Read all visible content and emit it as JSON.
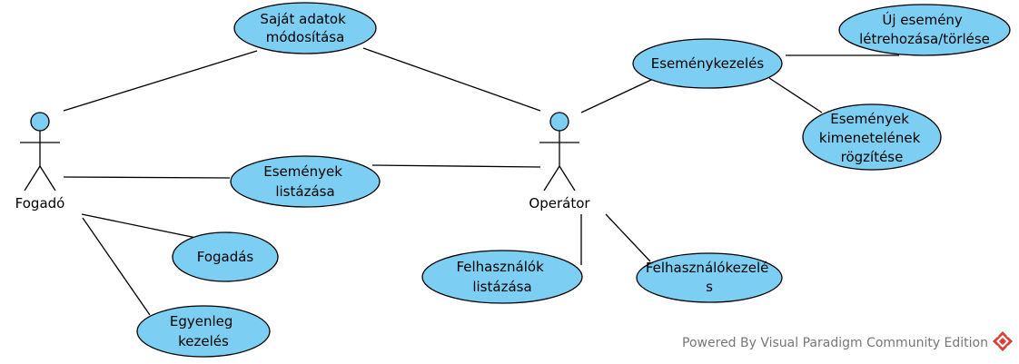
{
  "actors": {
    "fogado": "Fogadó",
    "operator": "Operátor"
  },
  "use_cases": {
    "sajat_adatok": [
      "Saját adatok",
      "módosítása"
    ],
    "esemenyek_listazasa": [
      "Események",
      "listázása"
    ],
    "fogadas": [
      "Fogadás"
    ],
    "egyenleg_kezeles": [
      "Egyenleg",
      "kezelés"
    ],
    "esemenykezeles": [
      "Eseménykezelés"
    ],
    "uj_esemeny": [
      "Új esemény",
      "létrehozása/törlése"
    ],
    "esemenyek_kimenetelenek": [
      "Események",
      "kimenetelének",
      "rögzítése"
    ],
    "felhasznalok_listazasa": [
      "Felhasználók",
      "listázása"
    ],
    "felhasznalokezeles": [
      "Felhasználókezelé",
      "s"
    ]
  },
  "footer": {
    "text": "Powered By Visual Paradigm Community Edition",
    "logo_icon": "visual-paradigm-logo-icon",
    "logo_color": "#d9403a"
  },
  "colors": {
    "use_case_fill": "#7ccff3",
    "stroke": "#000000",
    "footer_text": "#777777"
  }
}
